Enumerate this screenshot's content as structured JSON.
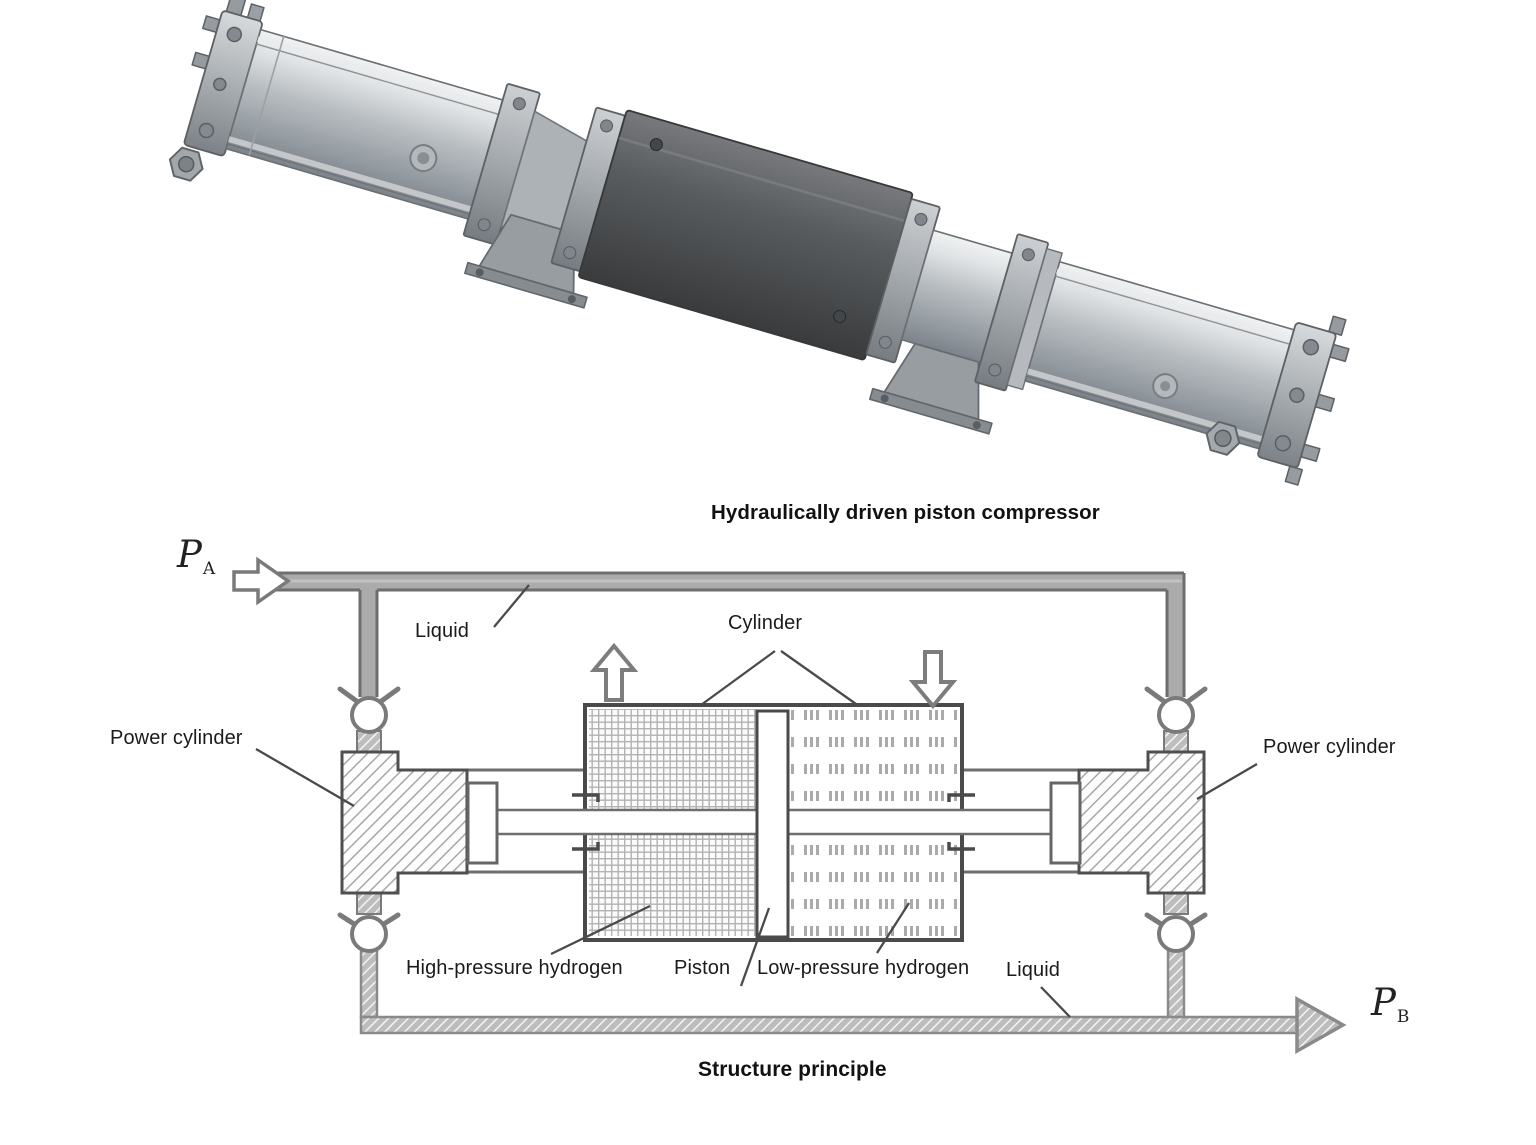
{
  "figure": {
    "top_caption": "Hydraulically driven piston compressor",
    "bottom_caption": "Structure principle"
  },
  "labels": {
    "pa_main": "P",
    "pa_sub": "A",
    "pb_main": "P",
    "pb_sub": "B",
    "liquid_top": "Liquid",
    "cylinder": "Cylinder",
    "power_cylinder_left": "Power cylinder",
    "power_cylinder_right": "Power cylinder",
    "high_pressure_hydrogen": "High-pressure hydrogen",
    "piston": "Piston",
    "low_pressure_hydrogen": "Low-pressure hydrogen",
    "liquid_bottom": "Liquid"
  },
  "colors": {
    "ink": "#1b1b1b",
    "pipe_fill": "#ababab",
    "pipe_edge": "#6e6e6e",
    "hatch_line": "#a2a2a2",
    "outline": "#4a4a4a",
    "metal_light": "#dfe2e4",
    "metal_dark": "#3a3c3e"
  }
}
